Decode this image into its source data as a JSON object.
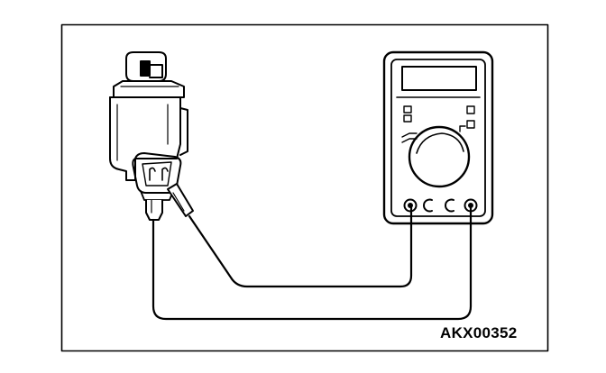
{
  "figure": {
    "reference_code": "AKX00352",
    "components": [
      "solenoid-valve",
      "connector",
      "test-probes",
      "multimeter"
    ],
    "colors": {
      "line": "#000000",
      "background": "#ffffff"
    }
  }
}
